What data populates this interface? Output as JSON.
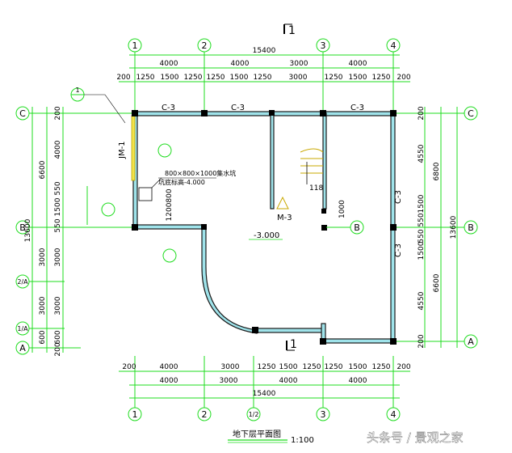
{
  "grid": {
    "top_axes": [
      "1",
      "2",
      "3",
      "4"
    ],
    "bottom_axes": [
      "1",
      "2",
      "1/2",
      "3",
      "4"
    ],
    "left_axes": [
      "C",
      "B",
      "2/A",
      "1/A",
      "A"
    ],
    "right_axes": [
      "C",
      "B",
      "A"
    ]
  },
  "dims": {
    "top_total": "15400",
    "top_bays": [
      "4000",
      "4000",
      "3000",
      "4000"
    ],
    "top_detail": [
      "200",
      "1250",
      "1500",
      "1250",
      "1250",
      "1500",
      "1250",
      "3000",
      "1250",
      "1500",
      "1250",
      "200"
    ],
    "bottom_total": "15400",
    "bottom_detail": [
      "200",
      "4000",
      "3000",
      "1250",
      "1500",
      "1250",
      "1250",
      "1500",
      "1250",
      "200"
    ],
    "bottom_bays": [
      "4000",
      "3000",
      "4000",
      "4000"
    ],
    "left_total": "13600",
    "left_bays": [
      "6600",
      "3000",
      "3000",
      "600"
    ],
    "left_detail": [
      "200",
      "4000",
      "550",
      "1500",
      "550",
      "3000",
      "3000",
      "600",
      "200"
    ],
    "left_inner": [
      "800",
      "1200"
    ],
    "right_total": "13600",
    "right_bays": [
      "6800",
      "6600"
    ],
    "right_detail": [
      "200",
      "4550",
      "1500",
      "550",
      "1500",
      "550",
      "4550",
      "200"
    ]
  },
  "labels": {
    "windows": [
      "C-3",
      "C-3",
      "C-3",
      "C-3",
      "C-3"
    ],
    "door_jm": "JM-1",
    "door_m3": "M-3",
    "stair_no": "118",
    "pit_spec": "800×800×1000集水坑",
    "pit_level": "坑底标高-4.000",
    "floor_level": "-3.000",
    "dim_1000": "1000",
    "section_top": "1",
    "section_bottom": "1",
    "callout_1": "1",
    "title": "地下层平面图",
    "scale": "1:100"
  },
  "watermark": "头条号 / 景观之家",
  "colors": {
    "dim_line": "#1fdc1f",
    "wall_fill": "#9fe3ea",
    "column": "#000000"
  }
}
